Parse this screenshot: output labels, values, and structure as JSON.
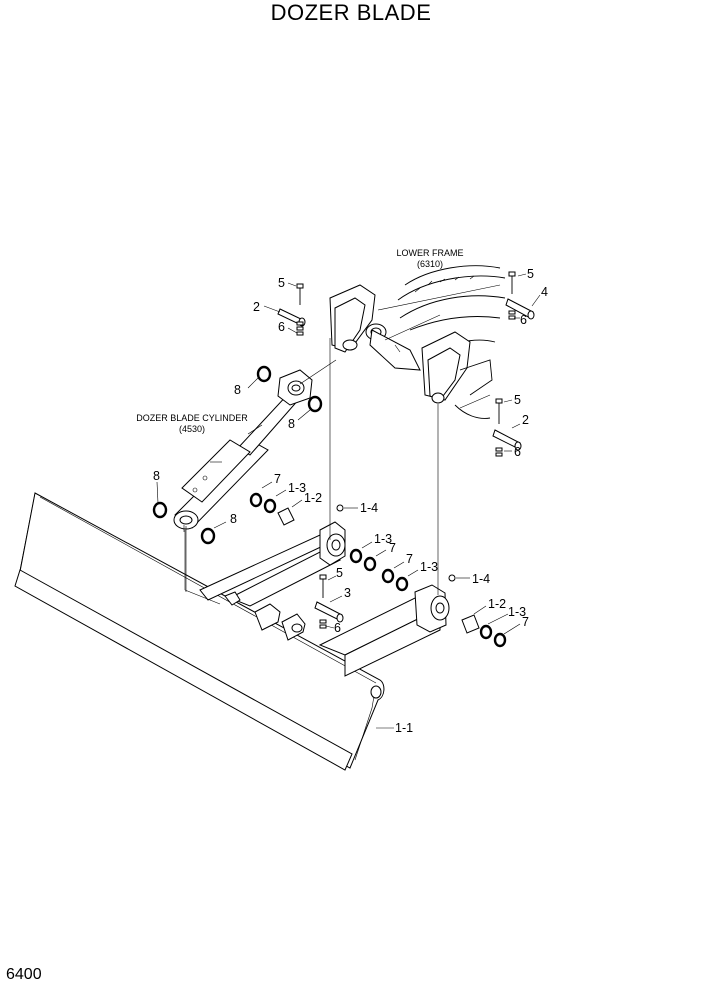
{
  "page": {
    "title": "DOZER BLADE",
    "page_number": "6400"
  },
  "references": {
    "lower_frame": {
      "name": "LOWER FRAME",
      "code": "(6310)"
    },
    "dozer_blade_cylinder": {
      "name": "DOZER BLADE CYLINDER",
      "code": "(4530)"
    }
  },
  "callouts": {
    "c1": "5",
    "c2": "2",
    "c3": "6",
    "c4": "5",
    "c5": "4",
    "c6": "6",
    "c7": "5",
    "c8": "2",
    "c9": "6",
    "c10": "8",
    "c11": "8",
    "c12": "8",
    "c13": "8",
    "c14": "7",
    "c15": "1-3",
    "c16": "1-2",
    "c17": "1-4",
    "c18": "1-3",
    "c19": "7",
    "c20": "7",
    "c21": "1-3",
    "c22": "1-4",
    "c23": "5",
    "c24": "3",
    "c25": "6",
    "c26": "1-2",
    "c27": "1-3",
    "c28": "7",
    "c29": "1-1"
  }
}
